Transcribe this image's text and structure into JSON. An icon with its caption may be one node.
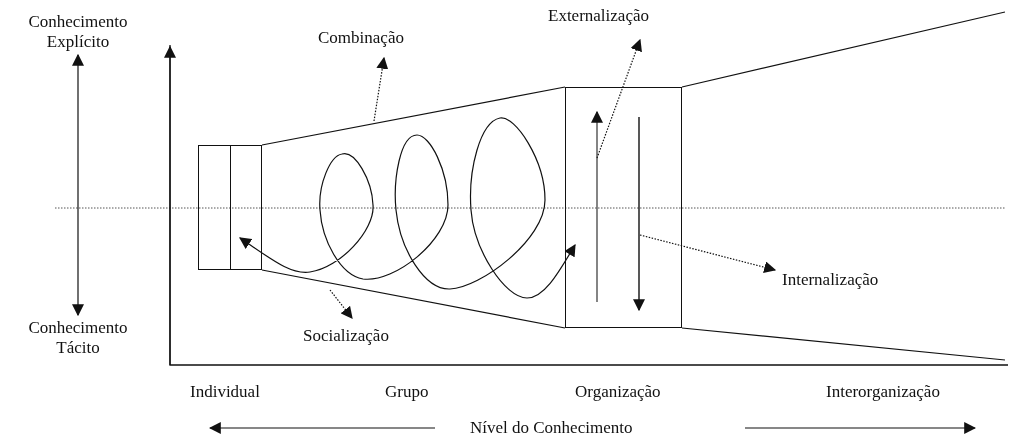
{
  "diagram": {
    "nodes": [
      {
        "text": [
          "Conhecimento Explícito"
        ]
      },
      {
        "text": [
          "Conhecimento Tácito"
        ]
      },
      {
        "text": [
          "Combinação"
        ]
      },
      {
        "text": [
          "Externalização"
        ]
      },
      {
        "text": [
          "Internalização"
        ]
      },
      {
        "text": [
          "Socialização"
        ]
      },
      {
        "text": [],
        "shape": "box"
      },
      {
        "text": [],
        "shape": "box"
      }
    ],
    "edges": [
      {
        "from": 0,
        "to": 1,
        "arrow": "both"
      },
      {
        "from": null,
        "to": 2,
        "arrow": "to",
        "style": "dashed"
      },
      {
        "from": 7,
        "to": 3,
        "arrow": "to",
        "style": "dashed"
      },
      {
        "from": 7,
        "to": 4,
        "arrow": "to",
        "style": "dashed"
      },
      {
        "from": null,
        "to": 5,
        "arrow": "to",
        "style": "dashed"
      },
      {
        "from": 6,
        "to": 7,
        "arrow": "both"
      }
    ],
    "labels": [
      "Individual",
      "Grupo",
      "Organização",
      "Interorganização",
      "Nível do Conhecimento"
    ]
  }
}
